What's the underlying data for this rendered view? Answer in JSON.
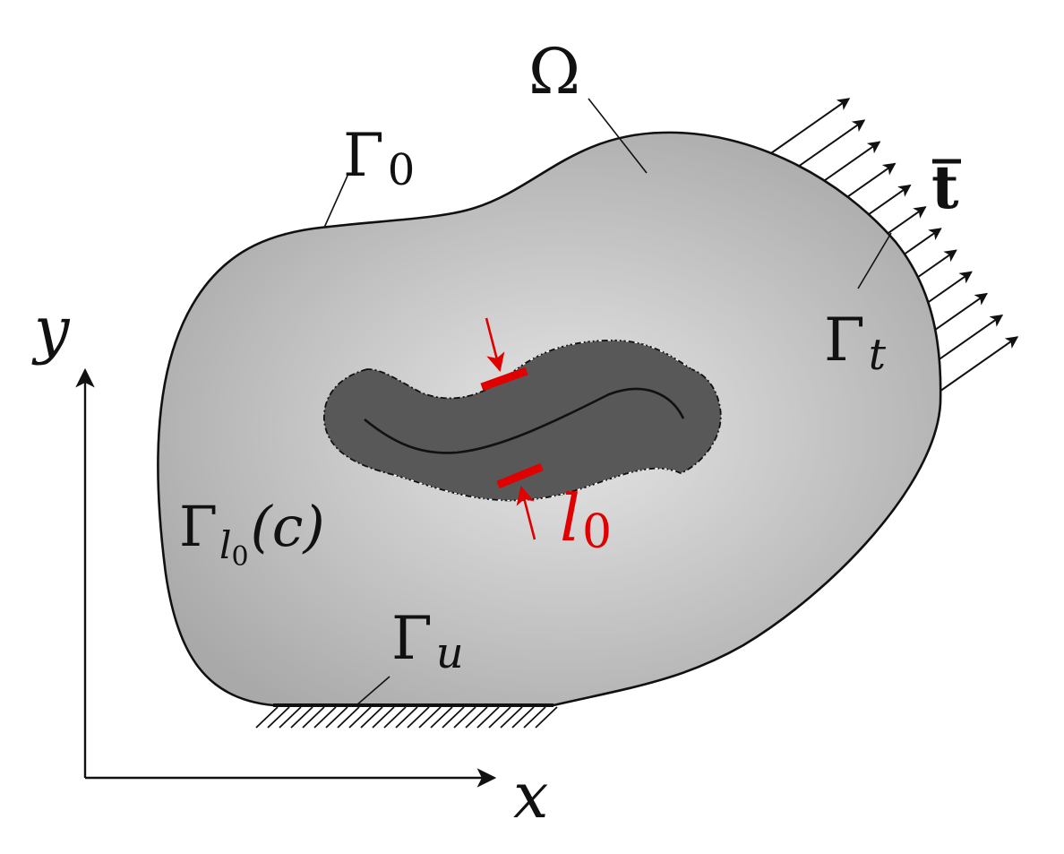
{
  "labels": {
    "omega": "Ω",
    "gamma_0_base": "Γ",
    "gamma_0_sub": "0",
    "t_bar": "t",
    "gamma_t_base": "Γ",
    "gamma_t_sub": "t",
    "gamma_l0_base": "Γ",
    "gamma_l0_sub_l": "l",
    "gamma_l0_sub_0": "0",
    "gamma_l0_arg": "(c)",
    "l0_base": "l",
    "l0_sub": "0",
    "gamma_u_base": "Γ",
    "gamma_u_sub": "u",
    "axis_x": "x",
    "axis_y": "y"
  },
  "colors": {
    "body_center": "#e6e6e6",
    "body_edge": "#a9a9a9",
    "crack_band": "#585858",
    "width_marker": "#e00000",
    "outline": "#111111"
  },
  "traction": {
    "arrow_count": 12
  }
}
